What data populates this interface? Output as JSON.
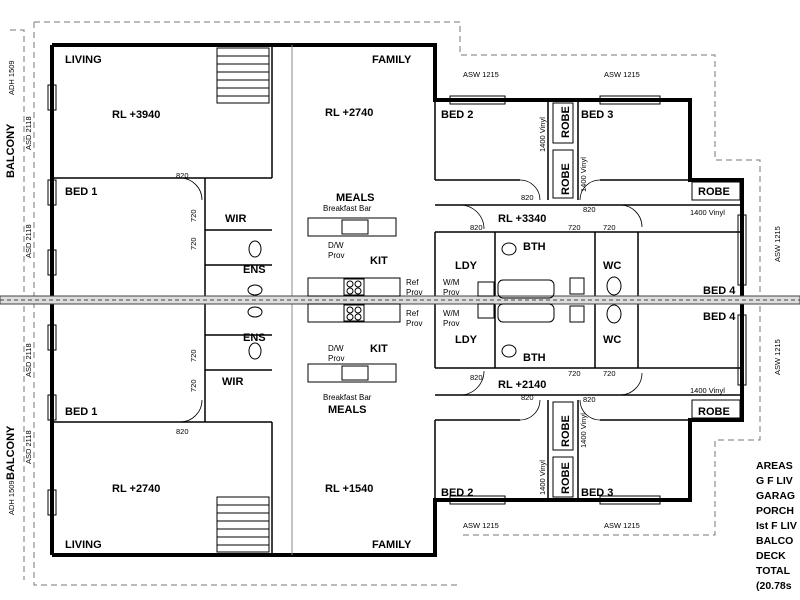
{
  "upper": {
    "living": "LIVING",
    "family": "FAMILY",
    "rl_living": "RL +3940",
    "rl_family": "RL +2740",
    "bed1": "BED 1",
    "bed2": "BED 2",
    "bed3": "BED 3",
    "bed4": "BED 4",
    "robe": "ROBE",
    "wir": "WIR",
    "ens": "ENS",
    "meals": "MEALS",
    "breakfast_bar": "Breakfast Bar",
    "kit": "KIT",
    "dw_prov": "D/W\nProv",
    "ref_prov": "Ref\nProv",
    "ldy": "LDY",
    "wm_prov": "W/M\nProv",
    "bth": "BTH",
    "wc": "WC",
    "rl_hall": "RL +3340",
    "balcony": "BALCONY",
    "adh": "ADH 1509",
    "asd": "ASD 2118",
    "asw": "ASW 1215",
    "vinyl": "1400 Vinyl",
    "door_820": "820",
    "door_720": "720"
  },
  "lower": {
    "living": "LIVING",
    "family": "FAMILY",
    "rl_living": "RL +2740",
    "rl_family": "RL +1540",
    "rl_hall": "RL +2140",
    "meals": "MEALS"
  },
  "areas": {
    "title": "AREAS",
    "lines": [
      "G F LIV",
      "GARAG",
      "PORCH",
      "Ist F LIV",
      "BALCO",
      "DECK",
      "TOTAL",
      "(20.78s"
    ]
  }
}
